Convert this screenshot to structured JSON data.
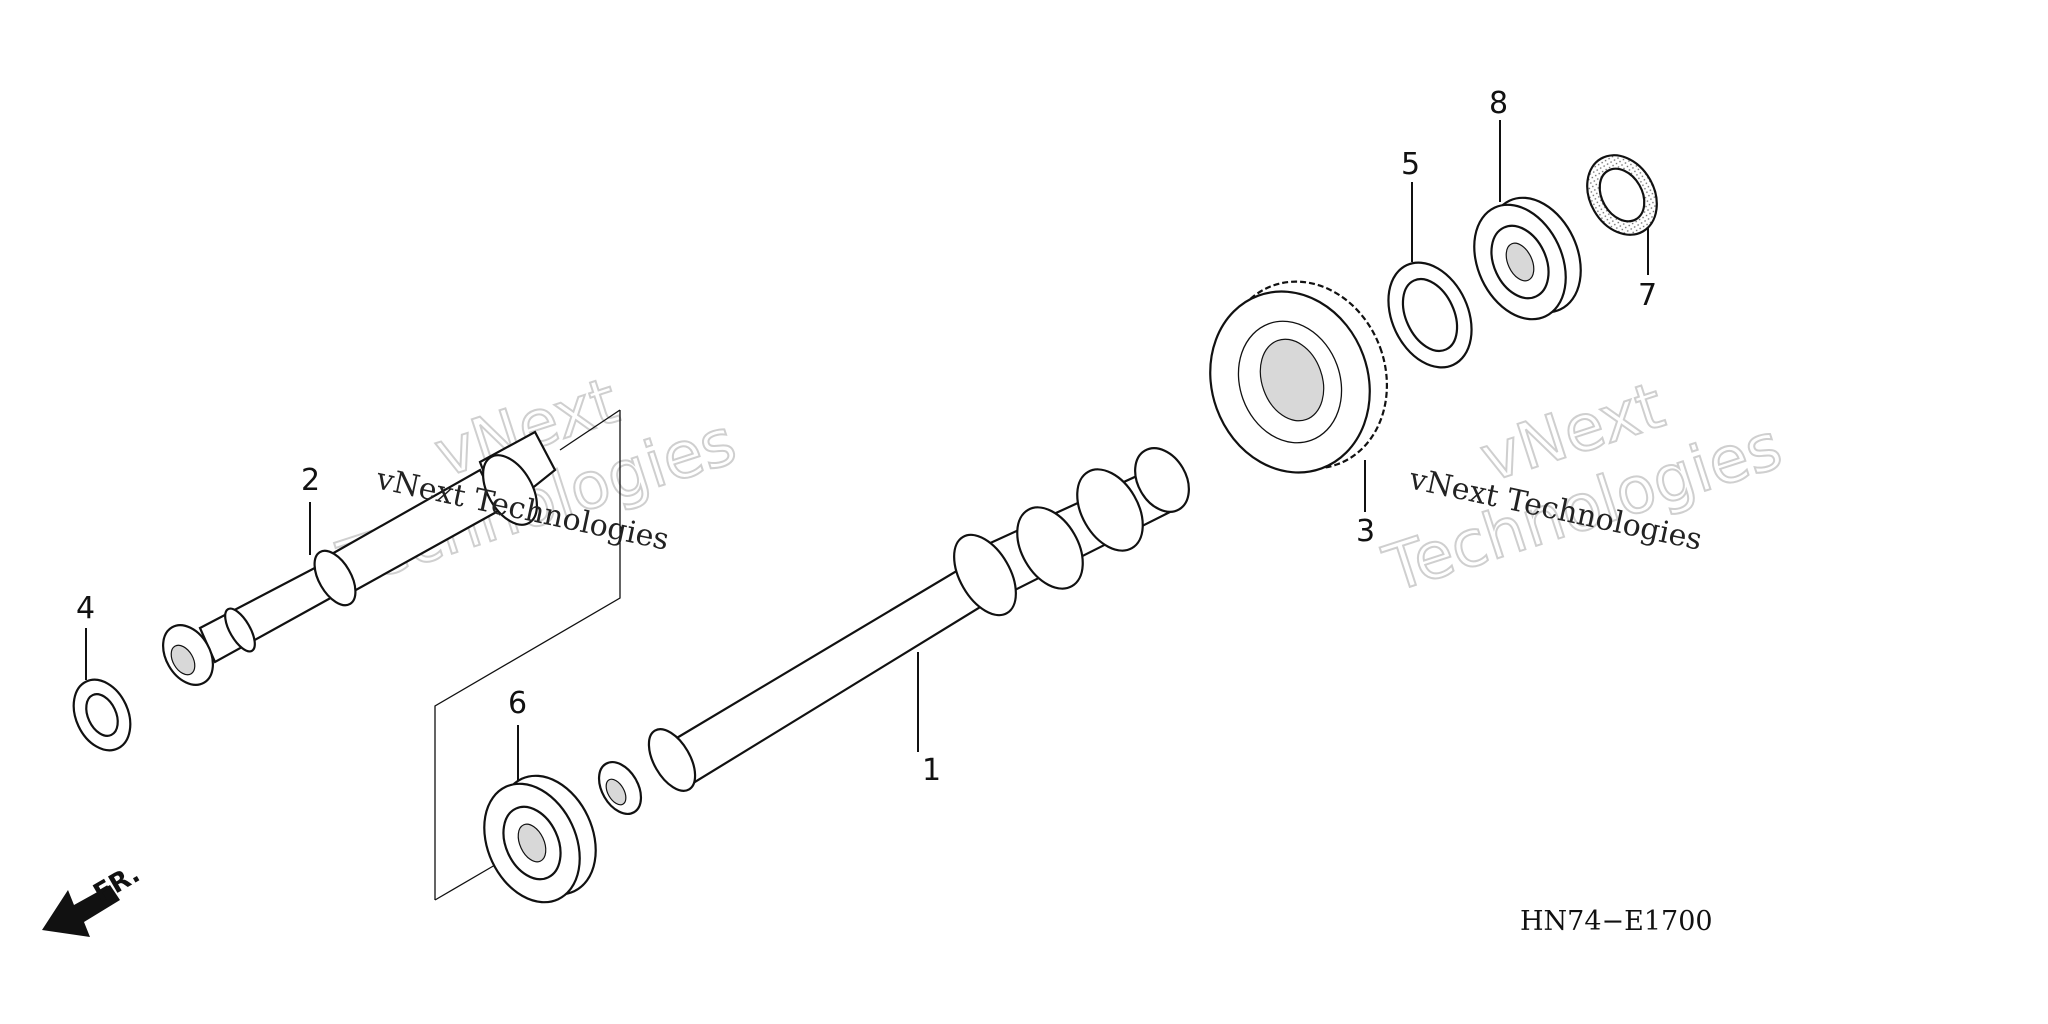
{
  "diagram": {
    "code": "HN74−E1700",
    "front_marker": "FR.",
    "callouts": [
      "1",
      "2",
      "3",
      "4",
      "5",
      "6",
      "7",
      "8"
    ],
    "watermark": {
      "line": "vNext Technologies",
      "big_top": "vNext",
      "big_bottom": "Technologies"
    }
  }
}
